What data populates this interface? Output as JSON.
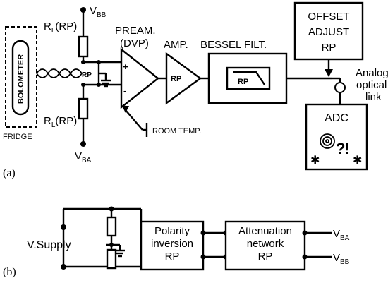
{
  "panel_a": {
    "label": "(a)",
    "bolometer": "BOLOMETER",
    "fridge": "FRIDGE",
    "rl_top": "R",
    "rl_top_sub": "L",
    "rl_top_suffix": "(RP)",
    "rl_bot": "R",
    "rl_bot_sub": "L",
    "rl_bot_suffix": "(RP)",
    "vbb": "V",
    "vbb_sub": "BB",
    "vba": "V",
    "vba_sub": "BA",
    "rp_small": "RP",
    "preamp_line1": "PREAM.",
    "preamp_line2": "(DVP)",
    "plus": "+",
    "minus": "-",
    "room_temp": "ROOM TEMP.",
    "amp": "AMP.",
    "amp_rp": "RP",
    "bessel": "BESSEL FILT.",
    "bessel_rp": "RP",
    "offset_line1": "OFFSET",
    "offset_line2": "ADJUST",
    "offset_line3": "RP",
    "analog_line1": "Analog",
    "analog_line2": "optical",
    "analog_line3": "link",
    "adc": "ADC"
  },
  "panel_b": {
    "label": "(b)",
    "vsupply": "V.Supply",
    "polarity_line1": "Polarity",
    "polarity_line2": "inversion",
    "polarity_line3": "RP",
    "atten_line1": "Attenuation",
    "atten_line2": "network",
    "atten_line3": "RP",
    "vba": "V",
    "vba_sub": "BA",
    "vbb": "V",
    "vbb_sub": "BB"
  }
}
